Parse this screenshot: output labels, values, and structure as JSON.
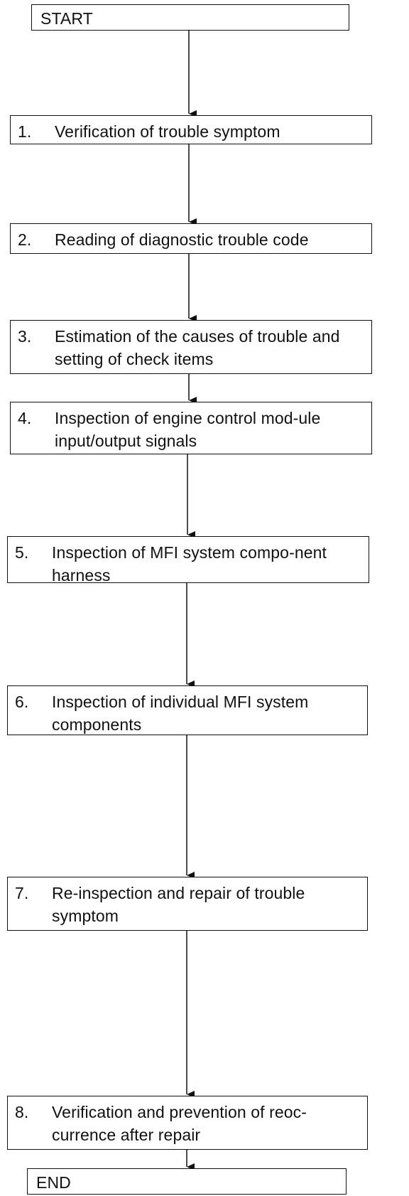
{
  "flowchart": {
    "start": "START",
    "end": "END",
    "steps": [
      {
        "number": "1.",
        "text": "Verification of trouble symptom"
      },
      {
        "number": "2.",
        "text": "Reading of diagnostic trouble code"
      },
      {
        "number": "3.",
        "text": "Estimation of the causes of trouble and setting of check items"
      },
      {
        "number": "4.",
        "text": "Inspection of engine control mod-ule input/output signals"
      },
      {
        "number": "5.",
        "text": "Inspection of MFI system compo-nent harness"
      },
      {
        "number": "6.",
        "text": "Inspection of individual MFI system components"
      },
      {
        "number": "7.",
        "text": "Re-inspection and repair of trouble symptom"
      },
      {
        "number": "8.",
        "text": "Verification and prevention of reoc-currence after repair"
      }
    ]
  },
  "colors": {
    "line": "#111111",
    "background": "#ffffff"
  }
}
